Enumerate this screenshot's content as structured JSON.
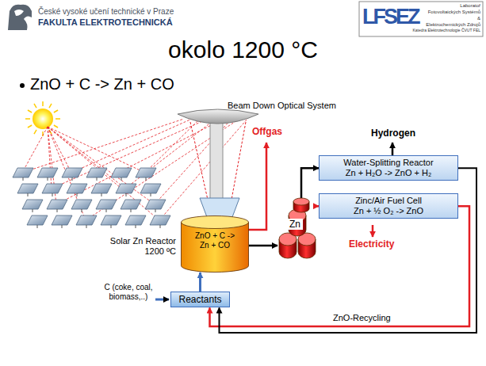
{
  "diagram": {
    "title": "okolo 1200 °C",
    "nodes": [
      {
        "text": [
          "Solar Zn Reactor 1200 ºC",
          "ZnO + C -> Zn + CO"
        ]
      },
      {
        "text": [
          "Zn"
        ]
      },
      {
        "text": [
          "Water-Splitting Reactor",
          "Zn + H₂O -> ZnO + H₂"
        ]
      },
      {
        "text": [
          "Zinc/Air Fuel Cell",
          "Zn + ½ O₂ -> ZnO"
        ]
      },
      {
        "text": [
          "Reactants"
        ]
      }
    ],
    "edges": [
      {
        "from": 0,
        "to": 1,
        "arrow": "to"
      },
      {
        "from": 1,
        "to": 2,
        "arrow": "to"
      },
      {
        "from": 1,
        "to": 3,
        "arrow": "to"
      },
      {
        "from": 4,
        "to": 0,
        "arrow": "to"
      },
      {
        "from": 3,
        "to": 4,
        "label": "ZnO-Recycling",
        "arrow": "to"
      },
      {
        "from": 2,
        "to": 4,
        "arrow": "to"
      }
    ],
    "labels": [
      "České vysoké učení technické v Praze",
      "FAKULTA ELEKTROTECHNICKÁ",
      "LFSEZ",
      "Laboratoř",
      "Fotovoltaických Systémů",
      "&",
      "Elektrochemických Zdrojů",
      "Katedra Elektrotechnologie ČVUT FEL",
      "ZnO + C -> Zn + CO",
      "Beam Down Optical System",
      "Offgas",
      "Hydrogen",
      "Electricity",
      "C (coke, coal, biomass,..)"
    ]
  }
}
